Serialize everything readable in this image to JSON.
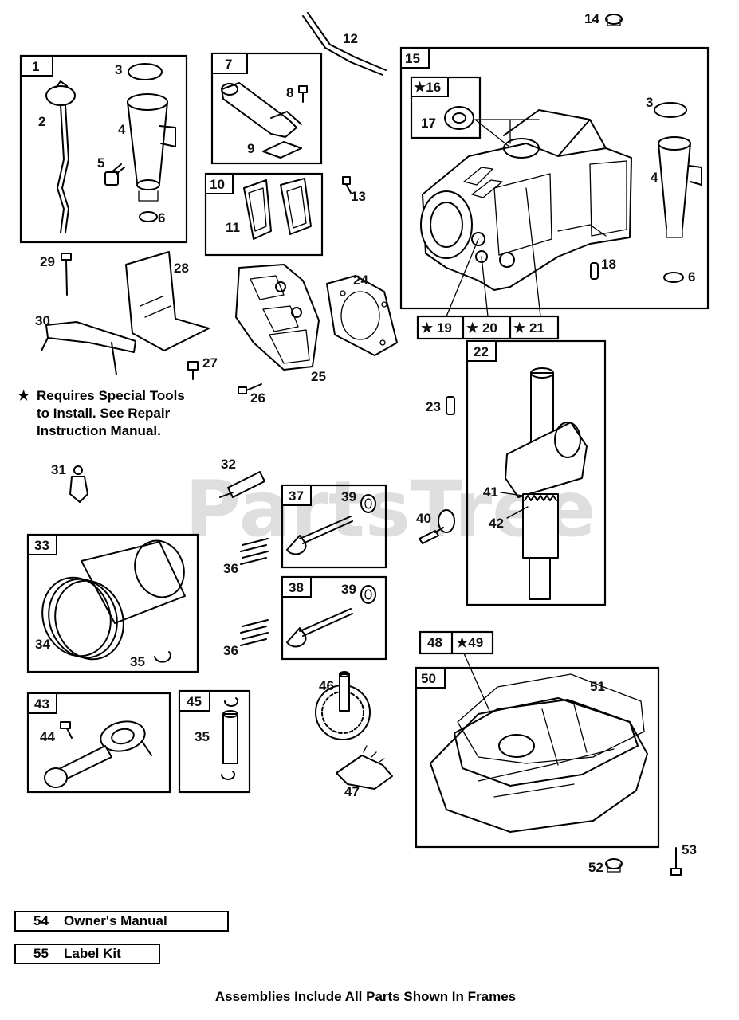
{
  "watermark": "PartsTree",
  "frames": [
    {
      "id": "1"
    },
    {
      "id": "7"
    },
    {
      "id": "10"
    },
    {
      "id": "15"
    },
    {
      "id": "16",
      "special": true
    },
    {
      "id": "19",
      "special": true
    },
    {
      "id": "20",
      "special": true
    },
    {
      "id": "21",
      "special": true
    },
    {
      "id": "22"
    },
    {
      "id": "33"
    },
    {
      "id": "37"
    },
    {
      "id": "38"
    },
    {
      "id": "43"
    },
    {
      "id": "45"
    },
    {
      "id": "48"
    },
    {
      "id": "49",
      "special": true
    },
    {
      "id": "50"
    }
  ],
  "labels": {
    "p2": "2",
    "p3a": "3",
    "p4a": "4",
    "p5": "5",
    "p6a": "6",
    "p8": "8",
    "p9": "9",
    "p11": "11",
    "p12": "12",
    "p13": "13",
    "p14": "14",
    "p17": "17",
    "p3b": "3",
    "p4b": "4",
    "p6b": "6",
    "p18": "18",
    "p23": "23",
    "p24": "24",
    "p25": "25",
    "p26": "26",
    "p27": "27",
    "p28": "28",
    "p29": "29",
    "p30": "30",
    "p31": "31",
    "p32": "32",
    "p34": "34",
    "p35a": "35",
    "p35b": "35",
    "p36a": "36",
    "p36b": "36",
    "p39a": "39",
    "p39b": "39",
    "p40": "40",
    "p41": "41",
    "p42": "42",
    "p44": "44",
    "p46": "46",
    "p47": "47",
    "p51": "51",
    "p52": "52",
    "p53": "53"
  },
  "frame_tabs": {
    "f1": "1",
    "f7": "7",
    "f10": "10",
    "f15": "15",
    "f16": "★16",
    "f19": "★ 19",
    "f20": "★ 20",
    "f21": "★ 21",
    "f22": "22",
    "f33": "33",
    "f37": "37",
    "f38": "38",
    "f43": "43",
    "f45": "45",
    "f48": "48",
    "f49": "★49",
    "f50": "50"
  },
  "note": {
    "star": "★",
    "line1": "Requires Special Tools",
    "line2": "to Install. See Repair",
    "line3": "Instruction Manual."
  },
  "documents": [
    {
      "number": "54",
      "title": "Owner's Manual"
    },
    {
      "number": "55",
      "title": "Label Kit"
    }
  ],
  "footer": "Assemblies Include All Parts Shown In Frames"
}
